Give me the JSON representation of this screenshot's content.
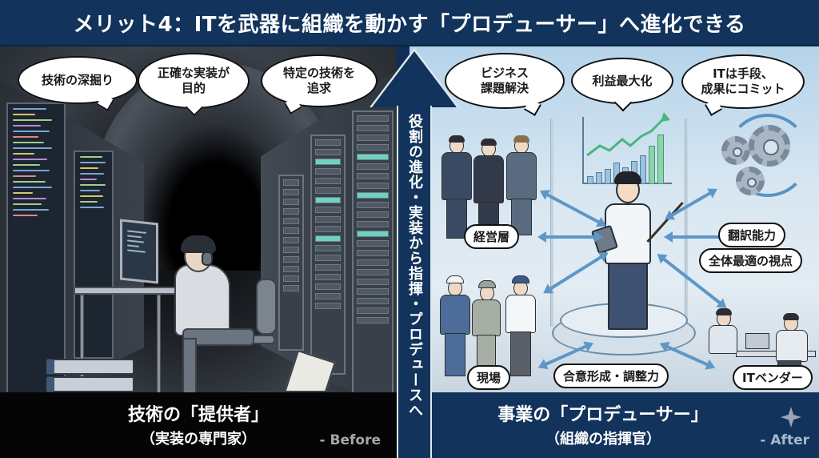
{
  "title": "メリット4：ITを武器に組織を動かす「プロデューサー」へ進化できる",
  "before": {
    "bubbles": [
      {
        "text": "技術の深掘り"
      },
      {
        "text": "正確な実装が\n目的"
      },
      {
        "text": "特定の技術を\n追求"
      }
    ],
    "caption_main": "技術の「提供者」",
    "caption_sub": "（実装の専門家）",
    "tag": "- Before",
    "scene": "engineer-in-server-tunnel"
  },
  "transition": {
    "label": "役割の進化・実装から指揮・プロデュースへ",
    "icon": "up-arrow-icon"
  },
  "after": {
    "bubbles": [
      {
        "text": "ビジネス\n課題解決"
      },
      {
        "text": "利益最大化"
      },
      {
        "text": "ITは手段、\n成果にコミット"
      }
    ],
    "labels": {
      "executives": "経営層",
      "translation": "翻訳能力",
      "holistic": "全体最適の視点",
      "field": "現場",
      "consensus": "合意形成・調整力",
      "vendor": "ITベンダー"
    },
    "chart_bars": [
      22,
      32,
      40,
      54,
      42,
      56,
      66,
      80,
      100
    ],
    "caption_main": "事業の「プロデューサー」",
    "caption_sub": "（組織の指揮官）",
    "tag": "- After",
    "icon": "sparkle-icon"
  },
  "colors": {
    "navy": "#12335c",
    "before_caption_bg": "#050505",
    "arrow_blue": "#5d97c8",
    "after_tag": "#a7b9cc",
    "before_tag": "#a8a8a8"
  }
}
